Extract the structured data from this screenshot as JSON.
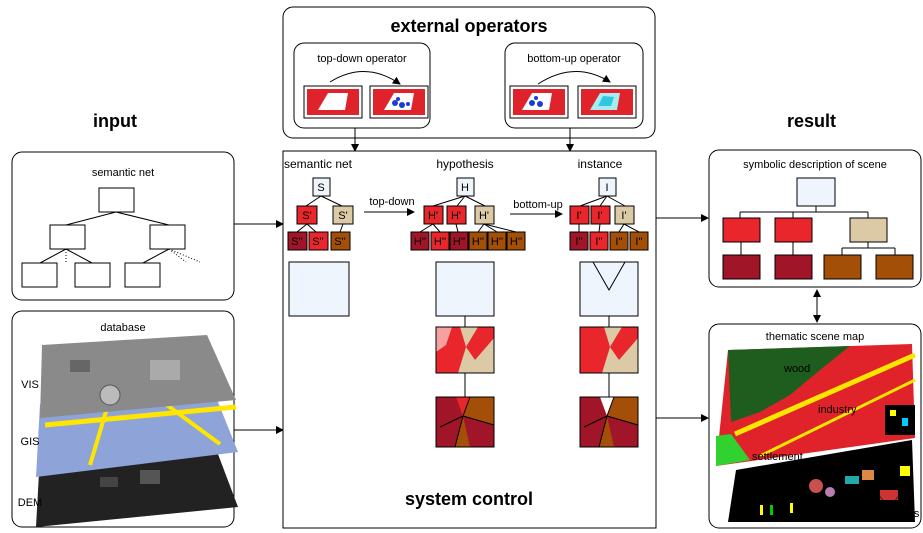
{
  "sections": {
    "input": "input",
    "result": "result",
    "external_operators": "external operators",
    "system_control": "system control"
  },
  "operators": {
    "top_down": "top-down operator",
    "bottom_up": "bottom-up operator"
  },
  "input_boxes": {
    "semantic_net": "semantic net",
    "database": "database",
    "layers": [
      "VIS",
      "GIS",
      "DEM"
    ]
  },
  "control": {
    "col_semantic_net": "semantic net",
    "col_hypothesis": "hypothesis",
    "col_instance": "instance",
    "arrow_top_down": "top-down",
    "arrow_bottom_up": "bottom-up",
    "semantic_nodes": {
      "root": "S",
      "level1": [
        "S'",
        "S'"
      ],
      "level2": [
        "S''",
        "S''",
        "S''"
      ]
    },
    "hypothesis_nodes": {
      "root": "H",
      "level1": [
        "H'",
        "H'",
        "H'"
      ],
      "level2": [
        "H''",
        "H''",
        "H''",
        "H''",
        "H''",
        "H''"
      ]
    },
    "instance_nodes": {
      "root": "I",
      "level1": [
        "I'",
        "I'",
        "I'"
      ],
      "level2": [
        "I''",
        "I''",
        "I''",
        "I''"
      ]
    }
  },
  "result_boxes": {
    "symbolic": "symbolic description of scene",
    "thematic": "thematic scene map",
    "map_labels": {
      "wood": "wood",
      "industry": "industry",
      "settlement": "settlement",
      "buildings": "buildings"
    }
  },
  "colors": {
    "red": "#e8262b",
    "dark_red": "#a01528",
    "tan": "#dcc9a6",
    "brown": "#a34f08",
    "pale_blue": "#eef5fc",
    "wood_green": "#1f5d1f",
    "map_red": "#e0232a"
  }
}
